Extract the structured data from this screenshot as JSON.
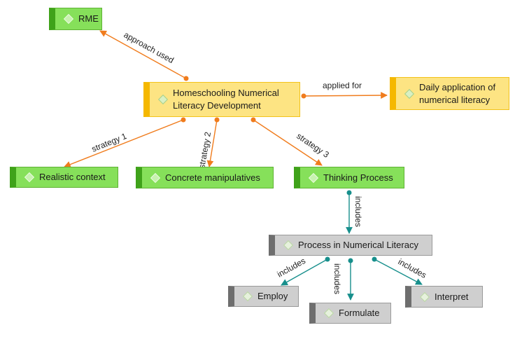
{
  "colors": {
    "orange_edge": "#f07c1d",
    "teal_edge": "#178f8c"
  },
  "nodes": {
    "rme": "RME",
    "homeschooling_line1": "Homeschooling Numerical",
    "homeschooling_line2": "Literacy Development",
    "daily_line1": "Daily application of",
    "daily_line2": "numerical literacy",
    "realistic_context": "Realistic context",
    "concrete_manipulatives": "Concrete manipulatives",
    "thinking_process": "Thinking Process",
    "process_numerical_literacy": "Process in Numerical Literacy",
    "employ": "Employ",
    "formulate": "Formulate",
    "interpret": "Interpret"
  },
  "edges": {
    "approach_used": "approach used",
    "applied_for": "applied for",
    "strategy_1": "strategy 1",
    "strategy_2": "strategy 2",
    "strategy_3": "strategy 3",
    "includes_thinking": "includes",
    "includes_employ": "includes",
    "includes_formulate": "includes",
    "includes_interpret": "includes"
  }
}
